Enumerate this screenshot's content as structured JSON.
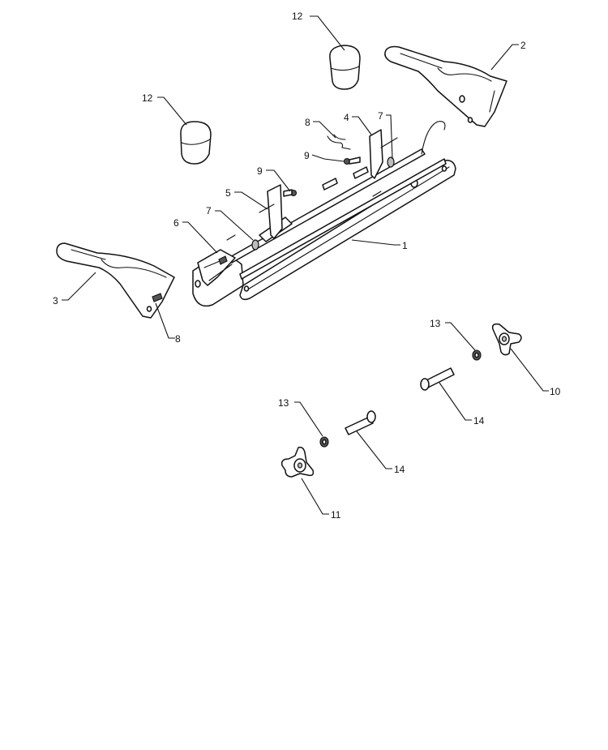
{
  "diagram": {
    "callouts": [
      {
        "id": "c1",
        "label": "1"
      },
      {
        "id": "c2",
        "label": "2"
      },
      {
        "id": "c3",
        "label": "3"
      },
      {
        "id": "c4",
        "label": "4"
      },
      {
        "id": "c5",
        "label": "5"
      },
      {
        "id": "c6",
        "label": "6"
      },
      {
        "id": "c7a",
        "label": "7"
      },
      {
        "id": "c7b",
        "label": "7"
      },
      {
        "id": "c8a",
        "label": "8"
      },
      {
        "id": "c8b",
        "label": "8"
      },
      {
        "id": "c9a",
        "label": "9"
      },
      {
        "id": "c9b",
        "label": "9"
      },
      {
        "id": "c10",
        "label": "10"
      },
      {
        "id": "c11",
        "label": "11"
      },
      {
        "id": "c12a",
        "label": "12"
      },
      {
        "id": "c12b",
        "label": "12"
      },
      {
        "id": "c13a",
        "label": "13"
      },
      {
        "id": "c13b",
        "label": "13"
      },
      {
        "id": "c14a",
        "label": "14"
      },
      {
        "id": "c14b",
        "label": "14"
      }
    ],
    "colors": {
      "line": "#111111",
      "paper": "#ffffff",
      "shade": "#bdbdbd"
    }
  }
}
